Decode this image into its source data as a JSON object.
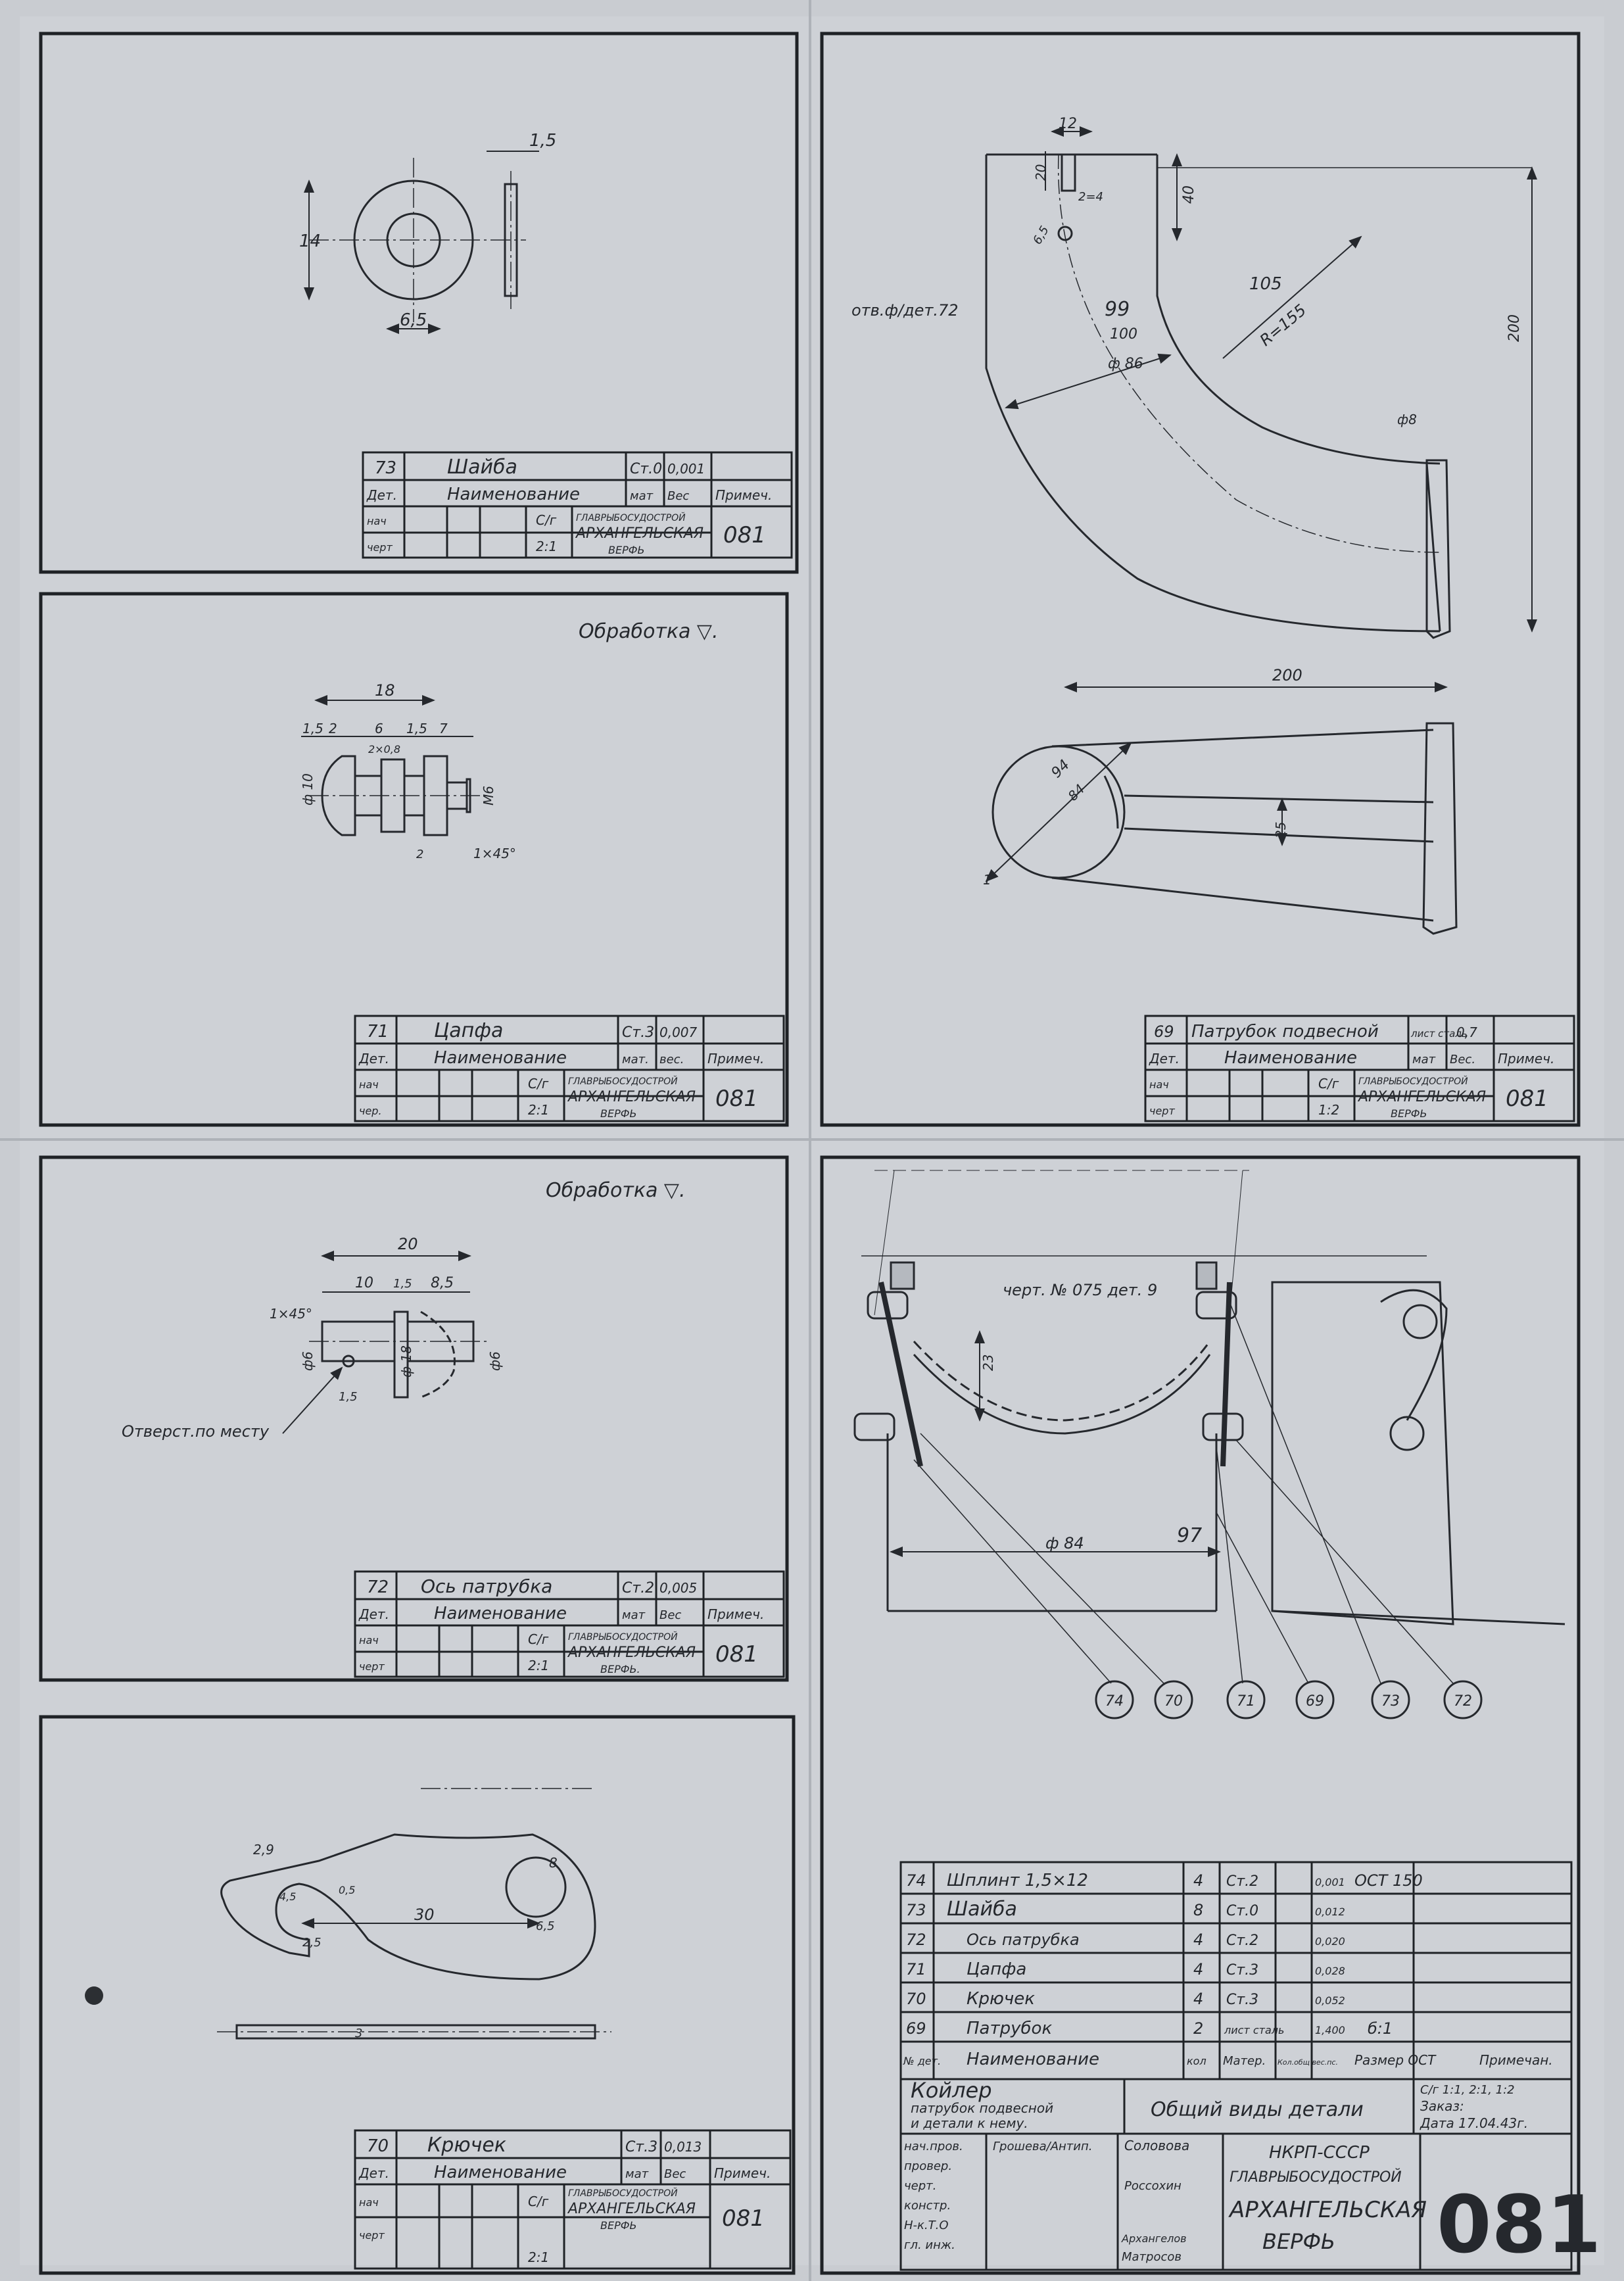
{
  "det73": {
    "title_block": {
      "no": "73",
      "name": "Шайба",
      "mat": "Ст.0",
      "wt": "0,001",
      "h_det": "Дет.",
      "h_name": "Наименование",
      "h_mat": "мат",
      "h_wt": "Вес",
      "h_prim": "Примеч.",
      "r1": "нач",
      "r2": "черт",
      "sc_l": "С/г",
      "scale": "2:1",
      "org1": "ГЛАВРЫБОСУДОСТРОЙ",
      "org2": "АРХАНГЕЛЬСКАЯ",
      "org3": "ВЕРФЬ",
      "num": "081"
    },
    "dims": {
      "t": "1,5",
      "d": "14",
      "h": "6,5"
    }
  },
  "det71": {
    "title_block": {
      "no": "71",
      "name": "Цапфа",
      "mat": "Ст.3",
      "wt": "0,007",
      "h_det": "Дет.",
      "h_name": "Наименование",
      "h_mat": "мат.",
      "h_wt": "вес.",
      "h_prim": "Примеч.",
      "r1": "нач",
      "r2": "чер.",
      "sc_l": "С/г",
      "scale": "2:1",
      "org1": "ГЛАВРЫБОСУДОСТРОЙ",
      "org2": "АРХАНГЕЛЬСКАЯ",
      "org3": "ВЕРФЬ",
      "num": "081"
    },
    "note": "Обработка ▽.",
    "dims": {
      "d18": "18",
      "d15": "1,5",
      "d2": "2",
      "d6": "6",
      "d15b": "1,5",
      "d7": "7",
      "dia10": "ф 10",
      "m6": "М6",
      "c1": "1×45°",
      "d2b": "2",
      "r": "2×0,8"
    }
  },
  "det72": {
    "title_block": {
      "no": "72",
      "name": "Ось патрубка",
      "mat": "Ст.2",
      "wt": "0,005",
      "h_det": "Дет.",
      "h_name": "Наименование",
      "h_mat": "мат",
      "h_wt": "Вес",
      "h_prim": "Примеч.",
      "r1": "нач",
      "r2": "черт",
      "sc_l": "С/г",
      "scale": "2:1",
      "org1": "ГЛАВРЫБОСУДОСТРОЙ",
      "org2": "АРХАНГЕЛЬСКАЯ",
      "org3": "ВЕРФЬ.",
      "num": "081"
    },
    "note": "Обработка ▽.",
    "dims": {
      "l20": "20",
      "l10": "10",
      "l15": "1,5",
      "l85": "8,5",
      "c1": "1×45°",
      "dia6": "ф6",
      "dia18": "ф 18",
      "dia6b": "ф6",
      "l1": "1,5",
      "hole": "Отверст.по месту"
    }
  },
  "det70": {
    "title_block": {
      "no": "70",
      "name": "Крючек",
      "mat": "Ст.3",
      "wt": "0,013",
      "h_det": "Дет.",
      "h_name": "Наименование",
      "h_mat": "мат",
      "h_wt": "Вес",
      "h_prim": "Примеч.",
      "r1": "нач",
      "r2": "черт",
      "sc_l": "С/г",
      "scale": "2:1",
      "org1": "ГЛАВРЫБОСУДОСТРОЙ",
      "org2": "АРХАНГЕЛЬСКАЯ",
      "org3": "ВЕРФЬ",
      "num": "081"
    },
    "dims": {
      "r29": "2,9",
      "r45": "4,5",
      "d05": "0,5",
      "r8": "8",
      "r65": "6,5",
      "l25": "2,5",
      "l30": "30",
      "t3": "3"
    }
  },
  "det69": {
    "title_block": {
      "no": "69",
      "name": "Патрубок подвесной",
      "mat": "лист сталь",
      "wt": "0,7",
      "h_det": "Дет.",
      "h_name": "Наименование",
      "h_mat": "мат",
      "h_wt": "Вес.",
      "h_prim": "Примеч.",
      "r1": "нач",
      "r2": "черт",
      "sc_l": "С/г",
      "scale": "1:2",
      "org1": "ГЛАВРЫБОСУДОСТРОЙ",
      "org2": "АРХАНГЕЛЬСКАЯ",
      "org3": "ВЕРФЬ",
      "num": "081"
    },
    "dims": {
      "w12": "12",
      "h20": "20",
      "r4": "2=4",
      "l40": "40",
      "d65": "6,5",
      "otv": "отв.ф/дет.72",
      "n99": "99",
      "n100": "100",
      "dia86": "ф 86",
      "r155": "R=155",
      "r105": "105",
      "h200": "200",
      "dia8": "ф8",
      "w200": "200",
      "dia94": "94",
      "dia84": "84",
      "h25": "25",
      "t1": "1"
    }
  },
  "assembly": {
    "ref": "черт. № 075 дет. 9",
    "d23": "23",
    "dia84": "ф 84",
    "n97": "97",
    "balloons": [
      "74",
      "70",
      "71",
      "69",
      "73",
      "72"
    ]
  },
  "spec": {
    "rows": [
      {
        "no": "74",
        "name": "Шплинт 1,5×12",
        "qty": "4",
        "mat": "Ст.2",
        "wt": "0,001",
        "dim": "ОСТ 150",
        "note": ""
      },
      {
        "no": "73",
        "name": "Шайба",
        "qty": "8",
        "mat": "Ст.0",
        "wt": "0,012",
        "dim": "",
        "note": ""
      },
      {
        "no": "72",
        "name": "Ось патрубка",
        "qty": "4",
        "mat": "Ст.2",
        "wt": "0,020",
        "dim": "",
        "note": ""
      },
      {
        "no": "71",
        "name": "Цапфа",
        "qty": "4",
        "mat": "Ст.3",
        "wt": "0,028",
        "dim": "",
        "note": ""
      },
      {
        "no": "70",
        "name": "Крючек",
        "qty": "4",
        "mat": "Ст.3",
        "wt": "0,052",
        "dim": "",
        "note": ""
      },
      {
        "no": "69",
        "name": "Патрубок",
        "qty": "2",
        "mat": "лист сталь",
        "wt": "1,400",
        "dim": "б:1",
        "note": ""
      }
    ],
    "head": {
      "no": "№ дет.",
      "name": "Наименование",
      "qty": "кол",
      "mat": "Матер.",
      "wt": "Кол.общ вес.пс.",
      "dim": "Размер ОСТ",
      "note": "Примечан."
    },
    "title": {
      "t1": "Койлер",
      "t2": "патрубок подвесной",
      "t3": "и детали к нему.",
      "view": "Общий виды детали",
      "scale": "С/г 1:1, 2:1, 1:2",
      "order": "Заказ:",
      "date": "Дата 17.04.43г."
    },
    "sign": {
      "r1": "нач.пров.",
      "r2": "провер.",
      "r3": "черт.",
      "r4": "констр.",
      "r5": "Н-к.Т.О",
      "r6": "гл. инж.",
      "p1": "Грошева/Антип.",
      "p2": "Соловова",
      "p3": "Россохин",
      "p4": "Архангелов",
      "p5": "Матросов"
    },
    "org": {
      "o1": "НКРП-СССР",
      "o2": "ГЛАВРЫБОСУДОСТРОЙ",
      "o3": "АРХАНГЕЛЬСКАЯ",
      "o4": "ВЕРФЬ"
    },
    "num": "081"
  },
  "colors": {
    "paper": "#c9ccd1",
    "ink": "#25282d",
    "frame": "#1f2226"
  }
}
